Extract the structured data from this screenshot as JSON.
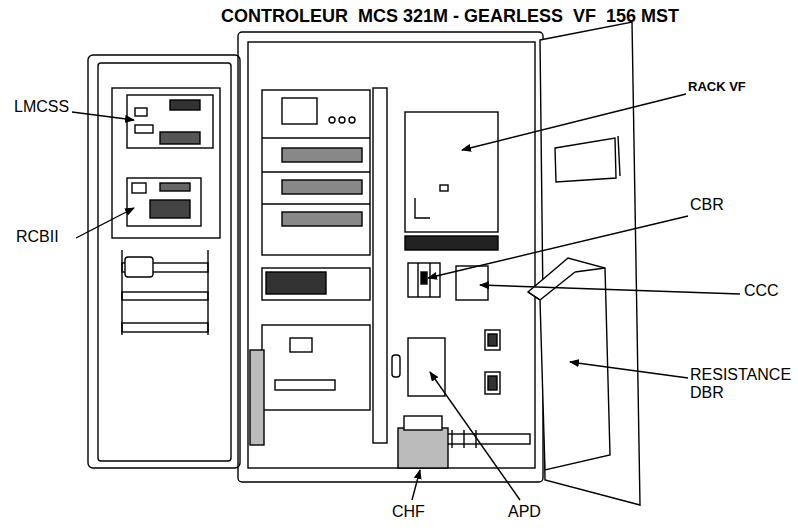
{
  "diagram": {
    "title": "CONTROLEUR  MCS 321M - GEARLESS  VF  156 MST",
    "labels": [
      "LMCSS",
      "RCBII",
      "RACK VF",
      "CBR",
      "CCC",
      "RESISTANCE DBR",
      "CHF",
      "APD"
    ]
  }
}
